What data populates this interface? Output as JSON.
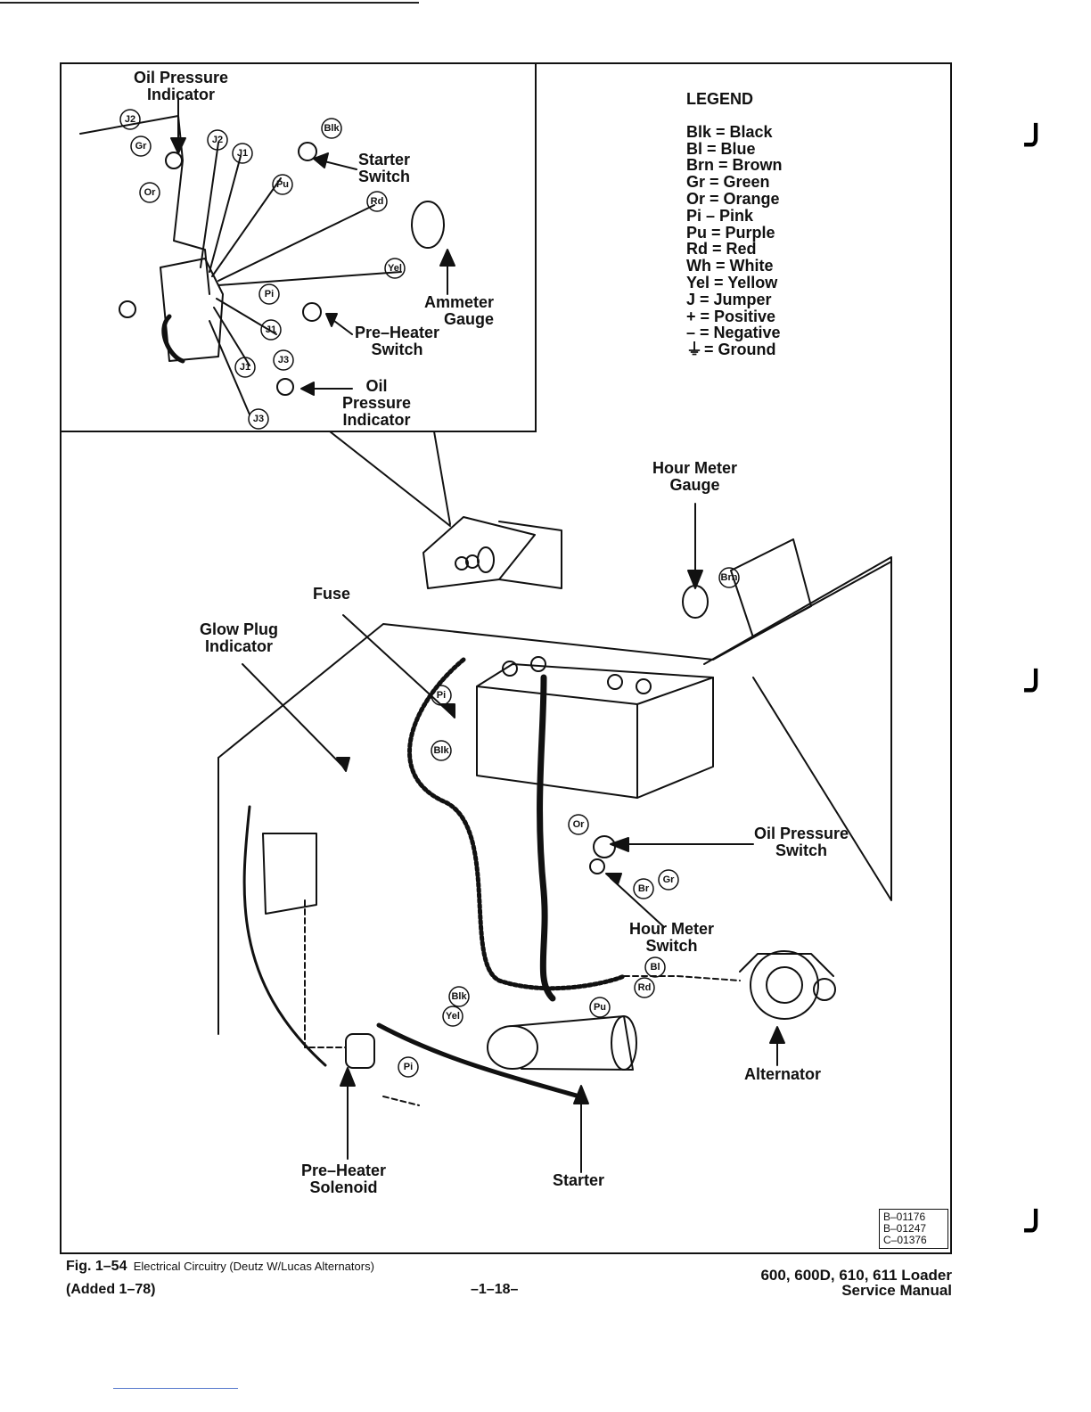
{
  "inset_labels": {
    "oil_pressure_indicator_top": [
      "Oil Pressure",
      "Indicator"
    ],
    "starter_switch": [
      "Starter",
      "Switch"
    ],
    "ammeter_gauge": [
      "Ammeter",
      "Gauge"
    ],
    "pre_heater_switch": [
      "Pre–Heater",
      "Switch"
    ],
    "oil_pressure_indicator_bottom": [
      "Oil",
      "Pressure",
      "Indicator"
    ]
  },
  "legend": {
    "title": "LEGEND",
    "entries": [
      "Blk = Black",
      "Bl = Blue",
      "Brn = Brown",
      "Gr = Green",
      "Or = Orange",
      "Pi – Pink",
      "Pu = Purple",
      "Rd = Red",
      "Wh = White",
      "Yel = Yellow",
      "J = Jumper",
      "+ = Positive",
      "– = Negative",
      "= Ground"
    ]
  },
  "main_labels": {
    "hour_meter_gauge": [
      "Hour Meter",
      "Gauge"
    ],
    "fuse": [
      "Fuse"
    ],
    "glow_plug_indicator": [
      "Glow Plug",
      "Indicator"
    ],
    "oil_pressure_switch": [
      "Oil Pressure",
      "Switch"
    ],
    "hour_meter_switch": [
      "Hour Meter",
      "Switch"
    ],
    "alternator": [
      "Alternator"
    ],
    "pre_heater_solenoid": [
      "Pre–Heater",
      "Solenoid"
    ],
    "starter": [
      "Starter"
    ]
  },
  "wire_tags": {
    "inset": [
      "J2",
      "Gr",
      "Or",
      "J2",
      "J1",
      "Blk",
      "Pu",
      "Rd",
      "Yel",
      "Pi",
      "J1",
      "J1",
      "J3",
      "J3"
    ],
    "main": [
      "Brn",
      "Pi",
      "Blk",
      "Or",
      "Br",
      "Gr",
      "Bl",
      "Rd",
      "Blk",
      "Yel",
      "Pu",
      "Pi"
    ]
  },
  "reference_codes": [
    "B–01176",
    "B–01247",
    "C–01376"
  ],
  "caption": {
    "figure": "Fig. 1–54",
    "text": "Electrical Circuitry (Deutz W/Lucas Alternators)",
    "added": "(Added 1–78)",
    "page": "–1–18–",
    "manual": [
      "600, 600D, 610, 611 Loader",
      "Service Manual"
    ]
  },
  "bind_marks": [
    "╯",
    "╯",
    "╯"
  ]
}
